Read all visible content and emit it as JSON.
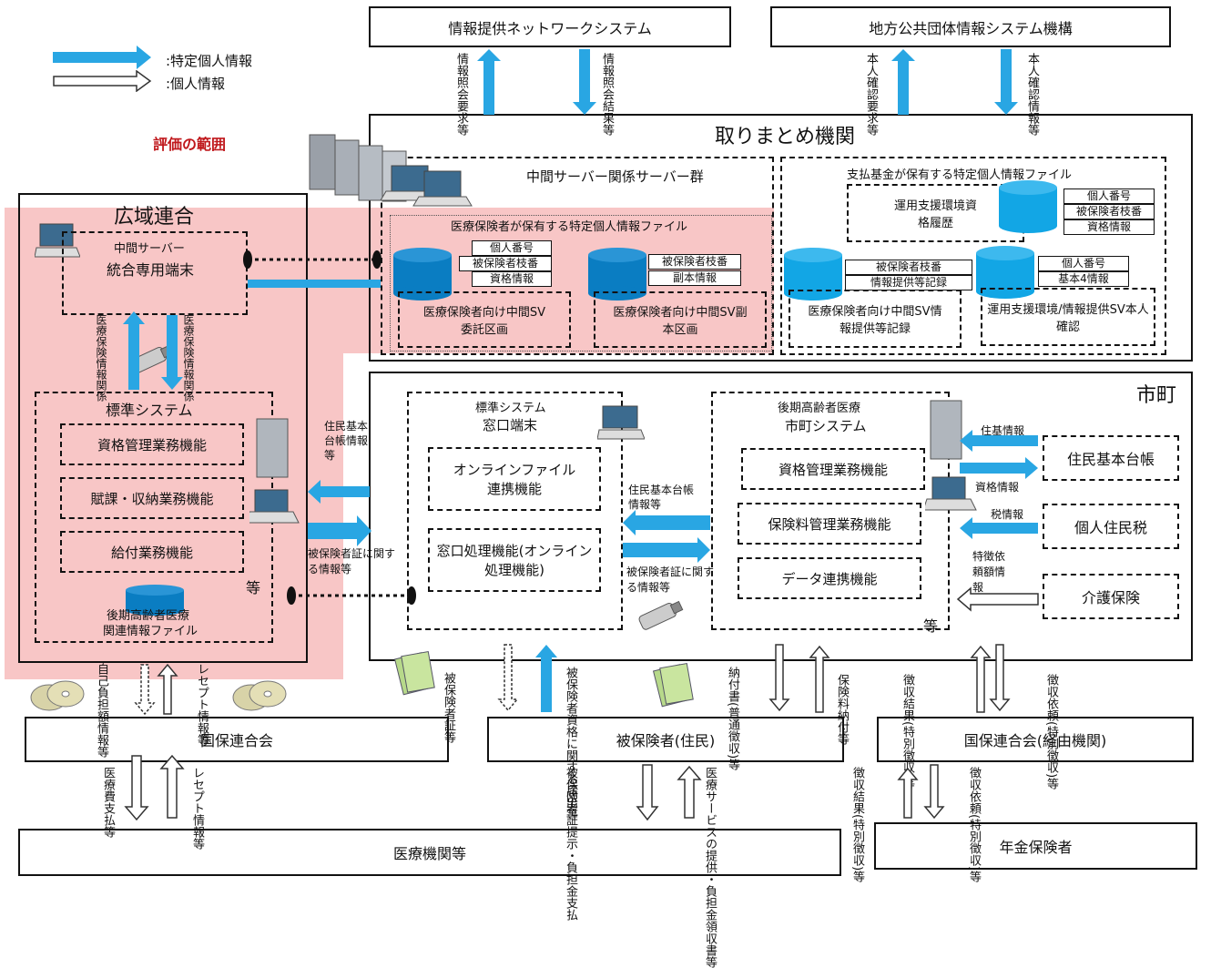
{
  "legend": {
    "specific": ":特定個人情報",
    "personal": ":個人情報"
  },
  "scope_label": "評価の範囲",
  "top": {
    "network": "情報提供ネットワークシステム",
    "jlis": "地方公共団体情報システム機構"
  },
  "top_arrows": {
    "req": "情報照会要求等",
    "res": "情報照会結果等",
    "id_req": "本人確認要求等",
    "id_res": "本人確認情報等"
  },
  "torimatome": {
    "title": "取りまとめ機関",
    "server_group": "中間サーバー関係サーバー群",
    "hoken_file": "医療保険者が保有する特定個人情報ファイル",
    "items1": [
      "個人番号",
      "被保険者枝番",
      "資格情報"
    ],
    "items2": [
      "被保険者枝番",
      "副本情報"
    ],
    "sv1": "医療保険者向け中間SV委託区画",
    "sv2": "医療保険者向け中間SV副本区画",
    "kikin_file": "支払基金が保有する特定個人情報ファイル",
    "unyo_hist": "運用支援環境資格履歴",
    "items3": [
      "個人番号",
      "被保険者枝番",
      "資格情報"
    ],
    "items4": [
      "被保険者枝番",
      "情報提供等記録"
    ],
    "items5": [
      "個人番号",
      "基本4情報"
    ],
    "sv3": "医療保険者向け中間SV情報提供等記録",
    "sv4": "運用支援環境/情報提供SV本人確認"
  },
  "koiki": {
    "title": "広域連合",
    "terminal_line1": "中間サーバー",
    "terminal_line2": "統合専用端末",
    "arr_left": "医療保険情報関係",
    "arr_right": "医療保険情報関係",
    "std_system": "標準システム",
    "func1": "資格管理業務機能",
    "func2": "賦課・収納業務機能",
    "func3": "給付業務機能",
    "etc": "等",
    "file_line1": "後期高齢者医療",
    "file_line2": "関連情報ファイル"
  },
  "middle_arrows": {
    "jumin": "住民基本台帳情報等",
    "hihoken": "被保険者証に関する情報等"
  },
  "shicho": {
    "title": "市町",
    "std_line1": "標準システム",
    "std_line2": "窓口端末",
    "online_file": "オンラインファイル連携機能",
    "madoguchi": "窓口処理機能(オンライン処理機能)",
    "arr_jumin": "住民基本台帳情報等",
    "arr_hihoken": "被保険者証に関する情報等",
    "kouki_line1": "後期高齢者医療",
    "kouki_line2": "市町システム",
    "func1": "資格管理業務機能",
    "func2": "保険料管理業務機能",
    "func3": "データ連携機能",
    "etc": "等",
    "jukijoho": "住基情報",
    "shikaku": "資格情報",
    "zei": "税情報",
    "tokucho": "特徴依頼額情報",
    "jumin_daicho": "住民基本台帳",
    "kojin_juminzei": "個人住民税",
    "kaigo": "介護保険"
  },
  "bottom_arrows": {
    "a1": "自己負担額情報等",
    "a2": "レセプト情報等",
    "a3": "被保険者証等",
    "a4": "被保険者資格に関する届出等",
    "a5": "納付書(普通徴収)等",
    "a6": "保険料納付等",
    "a7": "徴収結果(特別徴収)等",
    "a8": "徴収依頼(特別徴収)等",
    "b1": "医療費支払等",
    "b2": "レセプト情報等",
    "b3": "被保険者証提示・負担金支払",
    "b4": "医療サービスの提供・負担金領収書等",
    "c1": "徴収結果(特別徴収)等",
    "c2": "徴収依頼(特別徴収)等"
  },
  "bottom": {
    "kokuho": "国保連合会",
    "hihokensha": "被保険者(住民)",
    "kokuho_via": "国保連合会(経由機関)",
    "iryo": "医療機関等",
    "nenkin": "年金保険者"
  }
}
